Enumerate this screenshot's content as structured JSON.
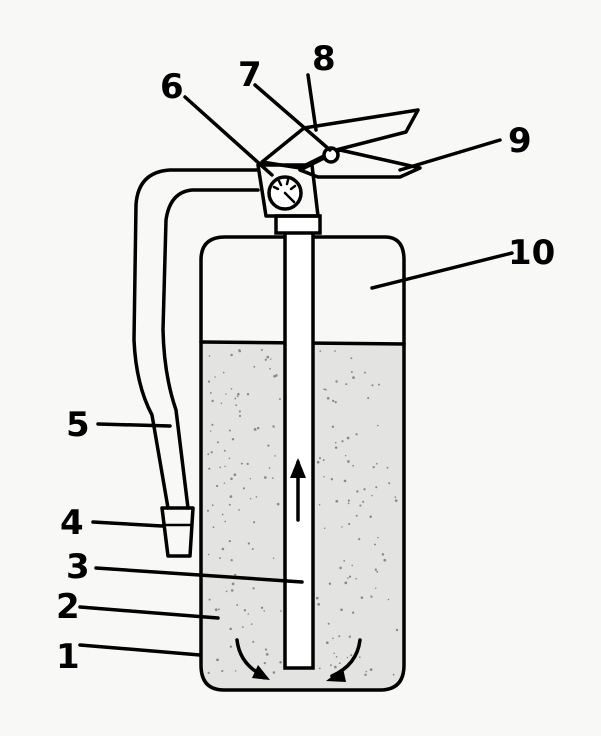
{
  "labels": {
    "l1": "1",
    "l2": "2",
    "l3": "3",
    "l4": "4",
    "l5": "5",
    "l6": "6",
    "l7": "7",
    "l8": "8",
    "l9": "9",
    "l10": "10"
  },
  "colors": {
    "background": "#f8f8f6",
    "ink": "#000000",
    "powder": "#e3e3e1"
  }
}
